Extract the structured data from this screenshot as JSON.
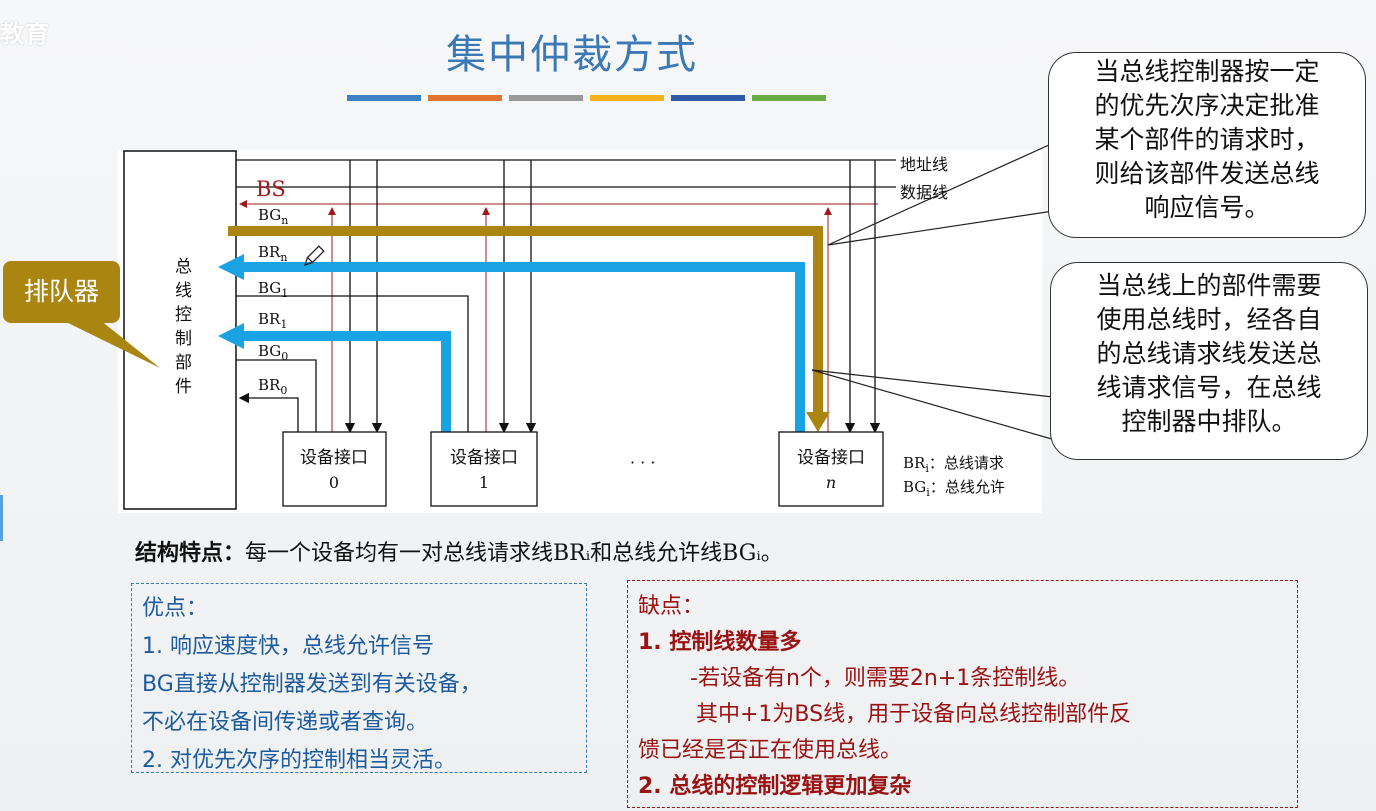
{
  "watermark": "教育",
  "title": "集中仲裁方式",
  "accent_bars": [
    "#3d82c4",
    "#e07430",
    "#9a9a9a",
    "#f4b21c",
    "#2e58a8",
    "#6aac44"
  ],
  "colors": {
    "bg_line": "#ab8511",
    "br_line": "#1aa3e4",
    "thin_red": "#a01818"
  },
  "diagram": {
    "controller_label": "总线控制部件",
    "controller_chars": [
      "总",
      "线",
      "控",
      "制",
      "部",
      "件"
    ],
    "address_line": "地址线",
    "data_line": "数据线",
    "bs": "BS",
    "signals": [
      {
        "main": "BG",
        "sub": "n"
      },
      {
        "main": "BR",
        "sub": "n"
      },
      {
        "main": "BG",
        "sub": "1"
      },
      {
        "main": "BR",
        "sub": "1"
      },
      {
        "main": "BG",
        "sub": "0"
      },
      {
        "main": "BR",
        "sub": "0"
      }
    ],
    "devices": [
      {
        "label": "设备接口",
        "index": "0"
      },
      {
        "label": "设备接口",
        "index": "1"
      },
      {
        "label": "设备接口",
        "index": "n"
      }
    ],
    "ellipsis": "· · ·",
    "legend": [
      {
        "main": "BR",
        "sub": "i",
        "text": "：总线请求"
      },
      {
        "main": "BG",
        "sub": "i",
        "text": "：总线允许"
      }
    ]
  },
  "callouts": {
    "grant": [
      "当总线控制器按一定",
      "的优先次序决定批准",
      "某个部件的请求时，",
      "则给该部件发送总线",
      "响应信号。"
    ],
    "request": [
      "当总线上的部件需要",
      "使用总线时，经各自",
      "的总线请求线发送总",
      "线请求信号，在总线",
      "控制器中排队。"
    ]
  },
  "queue_label": "排队器",
  "feature": {
    "label": "结构特点：",
    "text": "每一个设备均有一对总线请求线BRᵢ和总线允许线BGᵢ。"
  },
  "pros": {
    "title": "优点：",
    "lines": [
      "1.  响应速度快，总线允许信号",
      "BG直接从控制器发送到有关设备，",
      "不必在设备间传递或者查询。",
      "2.  对优先次序的控制相当灵活。"
    ]
  },
  "cons": {
    "title": "缺点：",
    "item1": "1.  控制线数量多",
    "sub1": "-若设备有n个，则需要2n+1条控制线。",
    "sub2": "其中+1为BS线，用于设备向总线控制部件反",
    "sub3": "馈已经是否正在使用总线。",
    "item2": "2.  总线的控制逻辑更加复杂"
  }
}
